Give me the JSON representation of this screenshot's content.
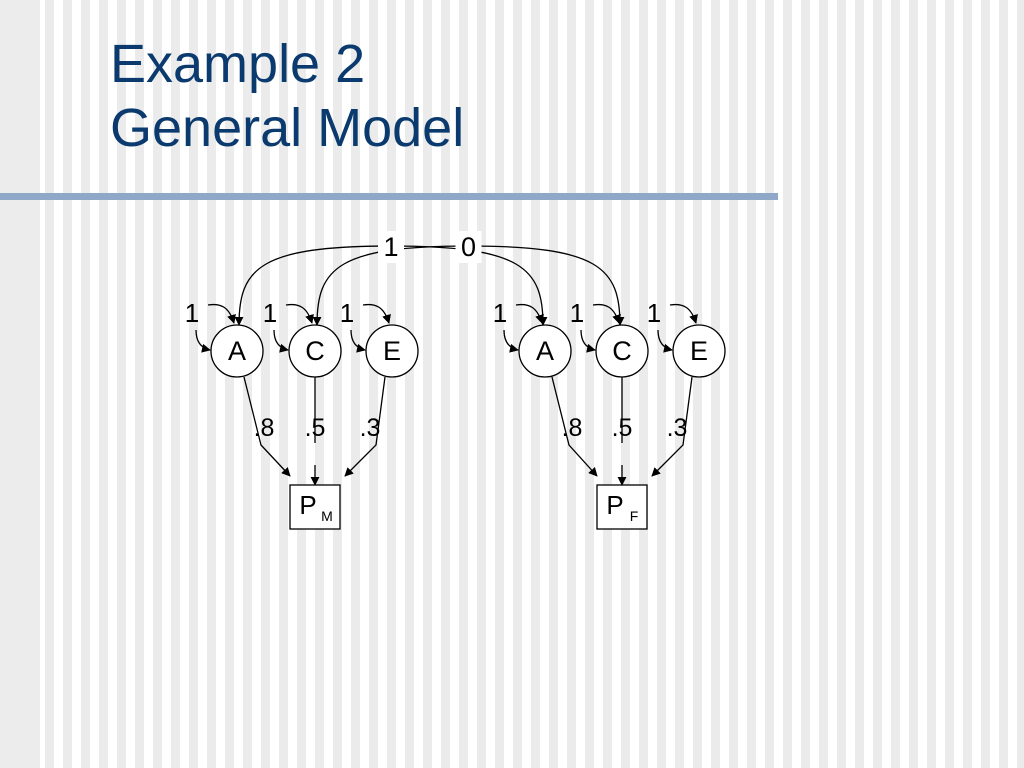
{
  "slide": {
    "title_line1": "Example 2",
    "title_line2": "General Model"
  },
  "diagram": {
    "cross_twin_covariances": [
      {
        "factor": "C",
        "label": "0"
      },
      {
        "factor": "A",
        "label": "1"
      }
    ],
    "twins": [
      {
        "id": "male",
        "phenotype": {
          "main": "P",
          "sub": "M"
        },
        "factors": [
          {
            "name": "A",
            "variance": "1",
            "path": ".8"
          },
          {
            "name": "C",
            "variance": "1",
            "path": ".5"
          },
          {
            "name": "E",
            "variance": "1",
            "path": ".3"
          }
        ]
      },
      {
        "id": "female",
        "phenotype": {
          "main": "P",
          "sub": "F"
        },
        "factors": [
          {
            "name": "A",
            "variance": "1",
            "path": ".8"
          },
          {
            "name": "C",
            "variance": "1",
            "path": ".5"
          },
          {
            "name": "E",
            "variance": "1",
            "path": ".3"
          }
        ]
      }
    ]
  },
  "colors": {
    "title": "#0a3a6e",
    "rule": "#90a8c8",
    "stroke": "#000000"
  }
}
